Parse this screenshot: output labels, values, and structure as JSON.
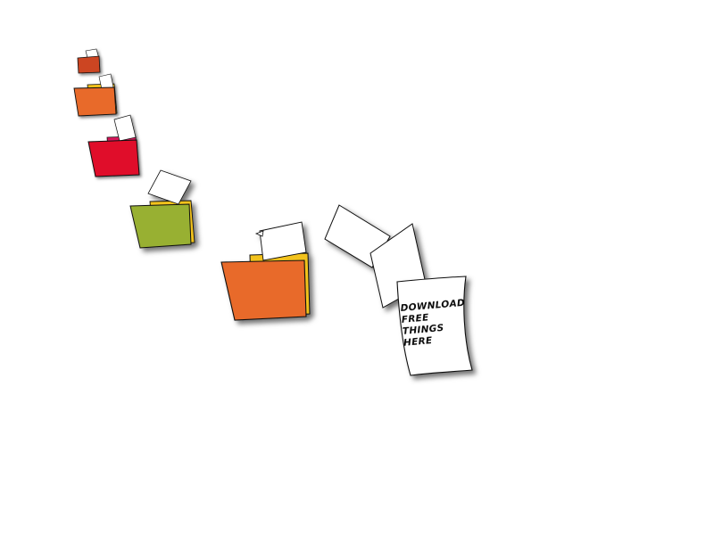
{
  "colors": {
    "folder_1": "#cc4420",
    "folder_2": "#e86a2a",
    "folder_3": "#e0102a",
    "folder_4": "#98b030",
    "folder_5": "#e86a2a",
    "folder_back": "#f2c21a",
    "folder_back_red": "#d8185a",
    "paper": "#ffffff",
    "outline": "#111111"
  },
  "icons": [
    "folder-icon",
    "paper-sheet-icon",
    "download-note-icon"
  ],
  "download_note": {
    "lines": [
      "DOWNLOAD",
      "FREE",
      "THINGS",
      "HERE"
    ]
  }
}
